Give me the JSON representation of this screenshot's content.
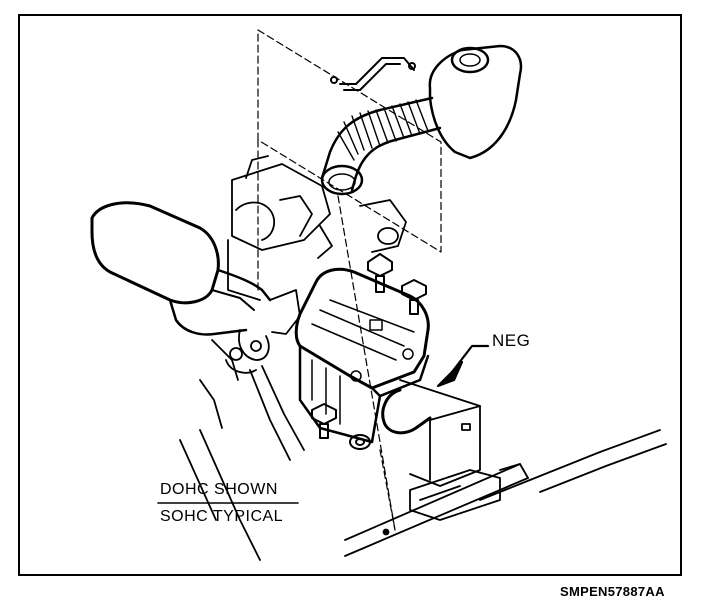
{
  "labels": {
    "callout": "NEG",
    "caption_top": "DOHC SHOWN",
    "caption_bottom": "SOHC TYPICAL",
    "figure_code": "SMPEN57887AA"
  }
}
